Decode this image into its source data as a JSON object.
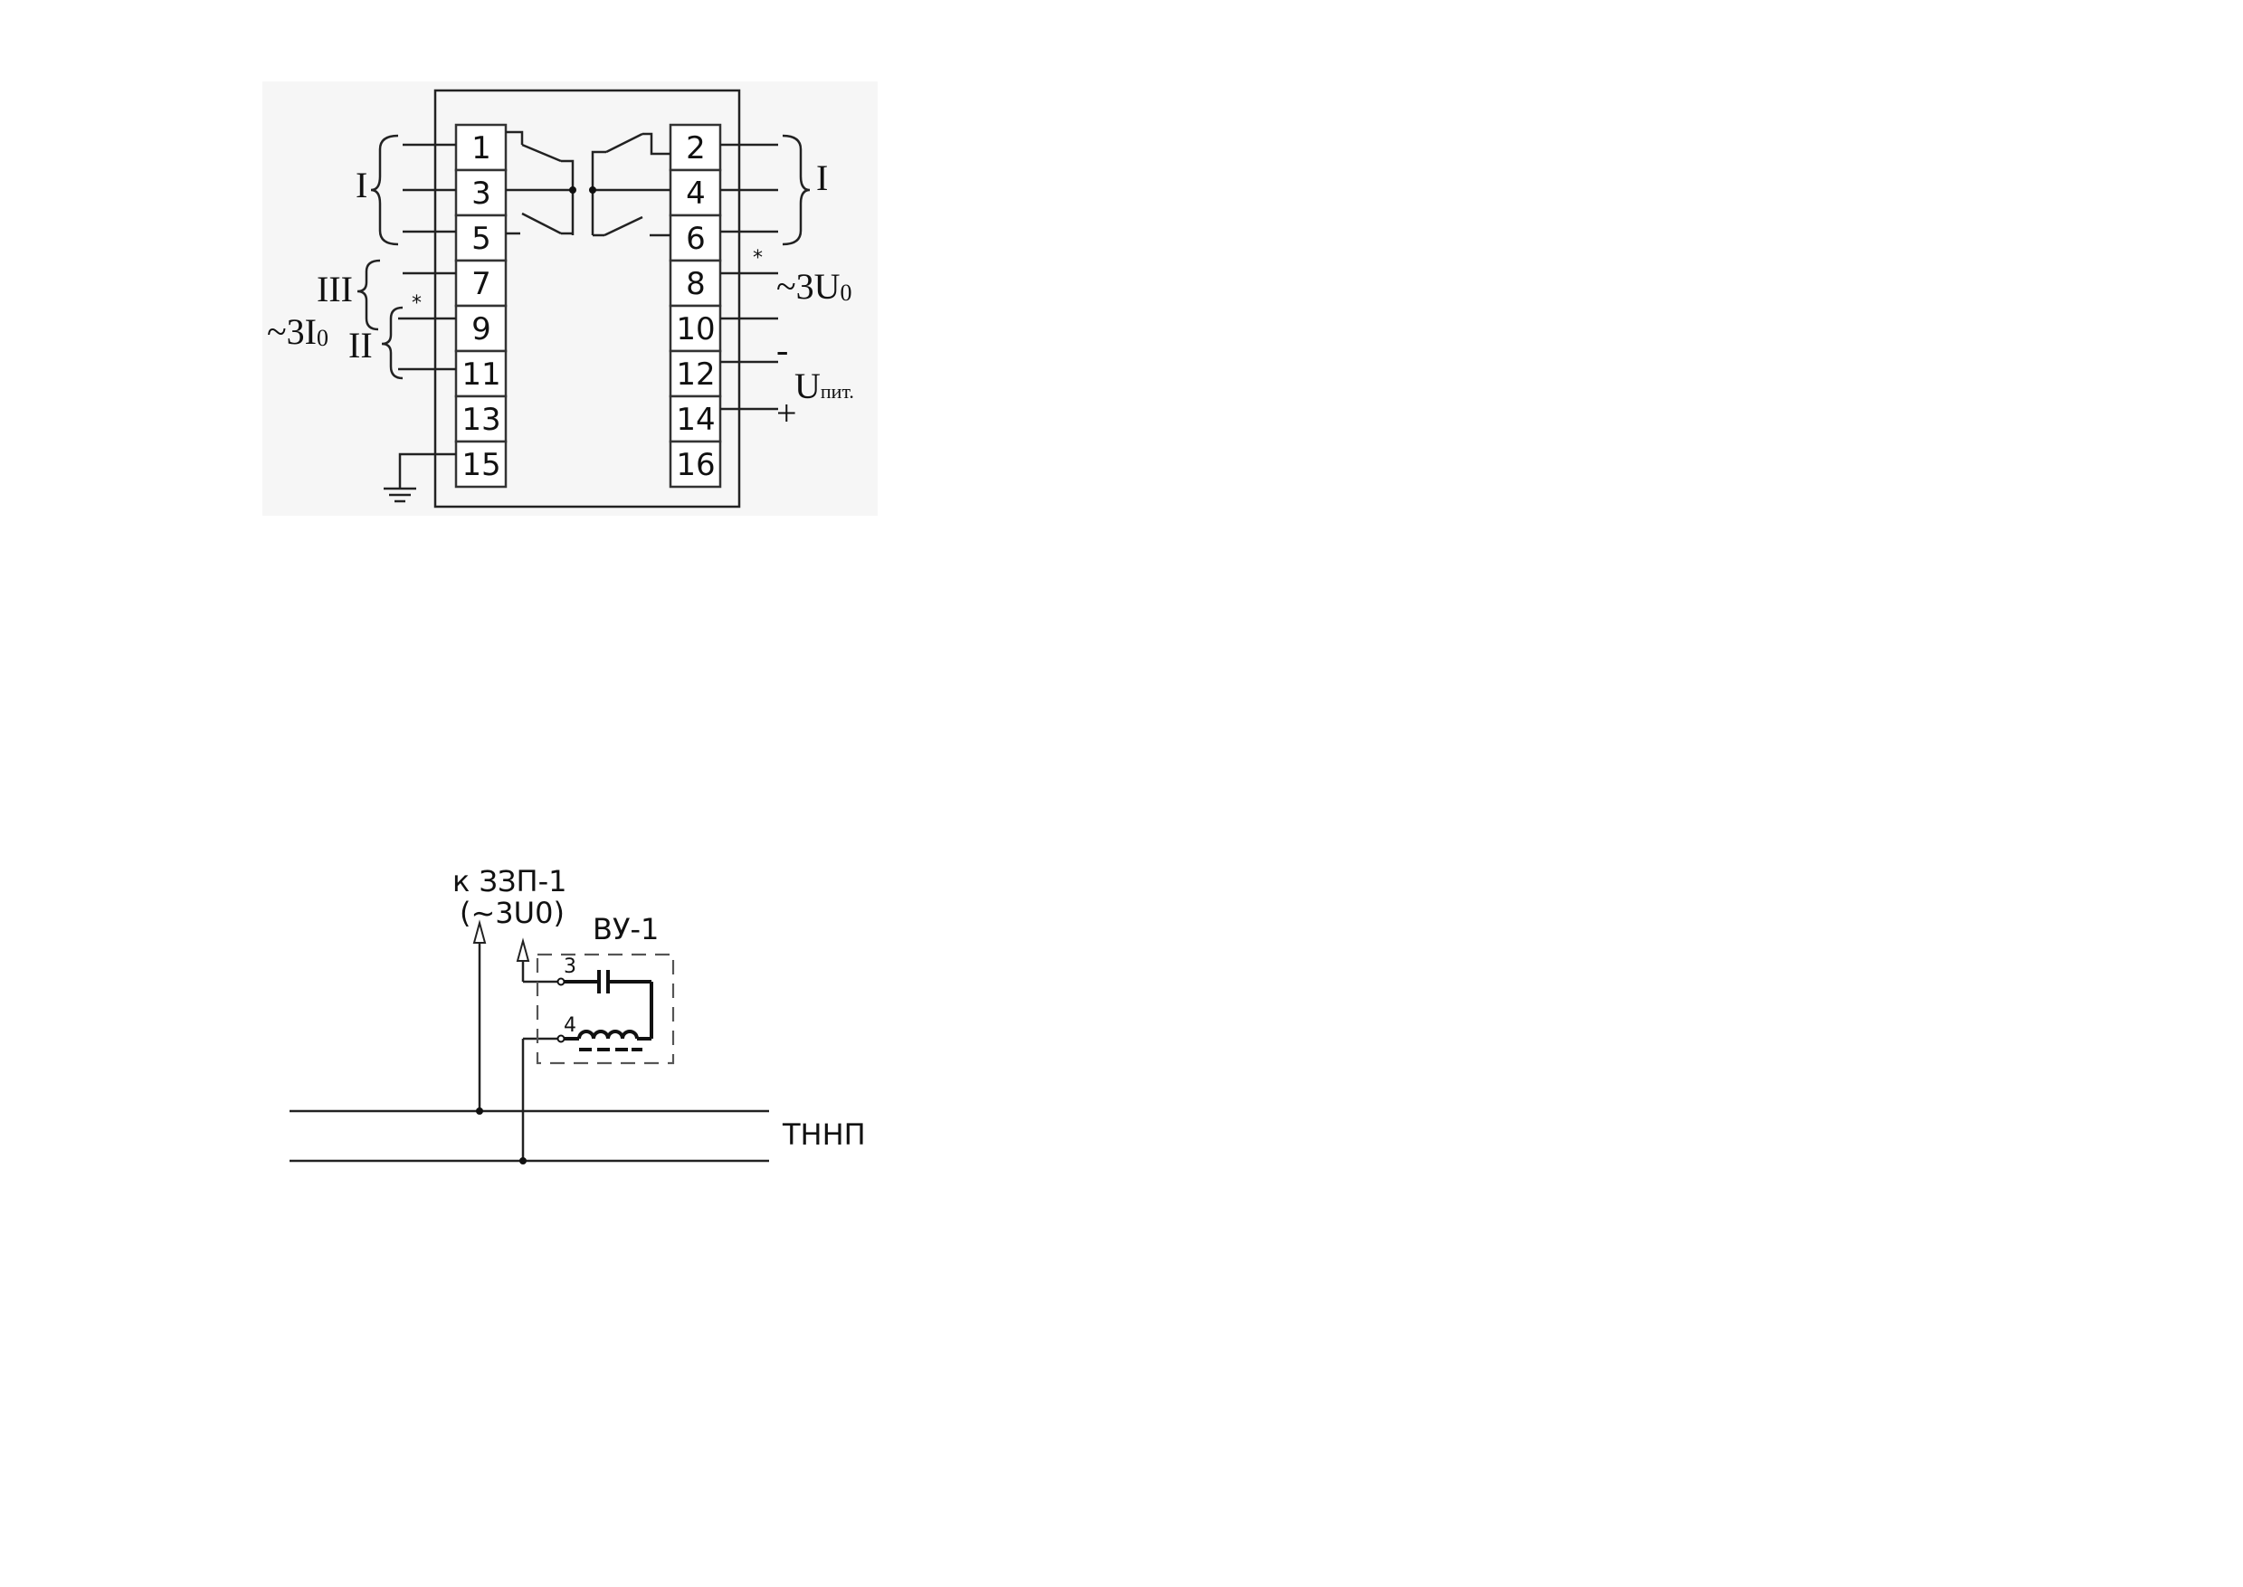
{
  "diagram1": {
    "left_terminals": [
      "1",
      "3",
      "5",
      "7",
      "9",
      "11",
      "13",
      "15"
    ],
    "right_terminals": [
      "2",
      "4",
      "6",
      "8",
      "10",
      "12",
      "14",
      "16"
    ],
    "labels": {
      "group_left_top": "I",
      "group_right_top": "I",
      "group_III": "III",
      "group_II": "II",
      "current_label_main": "~3I",
      "current_label_sub": "0",
      "voltage_label_main": "~3U",
      "voltage_label_sub": "0",
      "supply_main": "U",
      "supply_sub": "пит.",
      "minus": "-",
      "plus": "+",
      "star_left": "*",
      "star_right": "*"
    }
  },
  "diagram2": {
    "to_label_line1": "к ЗЗП-1",
    "to_label_line2": "(~3U0)",
    "device_label": "ВУ-1",
    "pin_top": "3",
    "pin_bottom": "4",
    "bus_label": "ТННП"
  }
}
